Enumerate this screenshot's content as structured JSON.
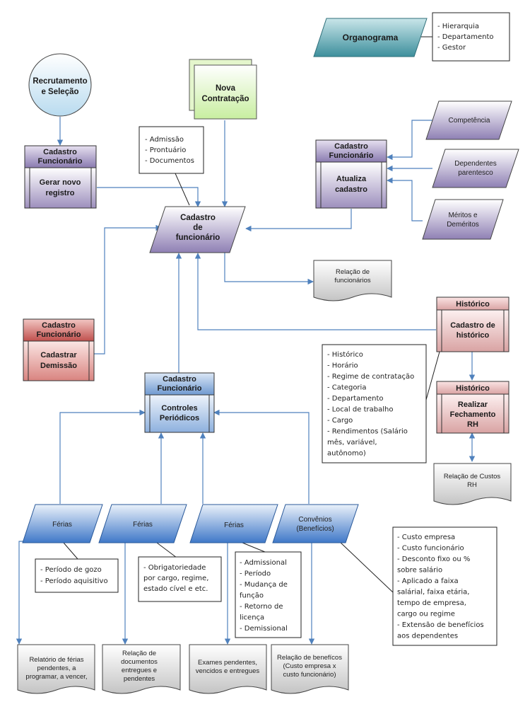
{
  "organograma": {
    "label": "Organograma",
    "notes": [
      "- Hierarquia",
      "- Departamento",
      "- Gestor"
    ]
  },
  "recrutamento": {
    "lines": [
      "Recrutamento",
      "e Seleção"
    ]
  },
  "nova_contratacao": {
    "lines": [
      "Nova",
      "Contratação"
    ]
  },
  "gerar_registro": {
    "header": [
      "Cadastro",
      "Funcionário"
    ],
    "body": [
      "Gerar novo",
      "registro"
    ]
  },
  "admissao_notes": [
    "- Admissão",
    "- Prontuário",
    "- Documentos"
  ],
  "atualiza_cadastro": {
    "header": [
      "Cadastro",
      "Funcionário"
    ],
    "body": [
      "Atualiza",
      "cadastro"
    ]
  },
  "competencia": {
    "lines": [
      "Competência"
    ]
  },
  "dependentes": {
    "lines": [
      "Dependentes",
      "parentesco"
    ]
  },
  "meritos": {
    "lines": [
      "Méritos e",
      "Deméritos"
    ]
  },
  "cadastro_funcionario": {
    "lines": [
      "Cadastro",
      "de",
      "funcionário"
    ]
  },
  "relacao_funcionarios": {
    "lines": [
      "Relação de",
      "funcionários"
    ]
  },
  "cadastrar_demissao": {
    "header": [
      "Cadastro",
      "Funcionário"
    ],
    "body": [
      "Cadastrar",
      "Demissão"
    ]
  },
  "cadastro_historico": {
    "header": [
      "Histórico"
    ],
    "body": [
      "Cadastro de",
      "histórico"
    ]
  },
  "historico_notes": [
    "- Histórico",
    "- Horário",
    "- Regime de contratação",
    "- Categoria",
    "- Departamento",
    "- Local de trabalho",
    "- Cargo",
    "- Rendimentos (Salário",
    "mês, variável,",
    "autônomo)"
  ],
  "realizar_fechamento": {
    "header": [
      "Histórico"
    ],
    "body": [
      "Realizar",
      "Fechamento",
      "RH"
    ]
  },
  "relacao_custos": {
    "lines": [
      "Relação de Custos",
      "RH"
    ]
  },
  "controles_periodicos": {
    "header": [
      "Cadastro",
      "Funcionário"
    ],
    "body": [
      "Controles",
      "Periódicos"
    ]
  },
  "ferias1": {
    "lines": [
      "Férias"
    ]
  },
  "ferias2": {
    "lines": [
      "Férias"
    ]
  },
  "ferias3": {
    "lines": [
      "Férias"
    ]
  },
  "convenios": {
    "lines": [
      "Convênios",
      "(Benefícios)"
    ]
  },
  "ferias1_notes": [
    "- Período de gozo",
    "- Período aquisitivo"
  ],
  "ferias2_notes": [
    "- Obrigatoriedade",
    "por cargo, regime,",
    "estado cível e etc."
  ],
  "ferias3_notes": [
    "- Admissional",
    "- Período",
    "- Mudança de",
    "função",
    "- Retorno de",
    "licença",
    "- Demissional"
  ],
  "convenios_notes": [
    "- Custo empresa",
    "- Custo funcionário",
    "- Desconto fixo ou %",
    "sobre salário",
    "- Aplicado a faixa",
    "salárial, faixa etária,",
    "tempo de empresa,",
    "cargo ou regime",
    "- Extensão de benefícios",
    "aos dependentes"
  ],
  "doc_ferias": {
    "lines": [
      "Relatório de férias",
      "pendentes, a",
      "programar, a vencer,"
    ]
  },
  "doc_documentos": {
    "lines": [
      "Relação de",
      "documentos",
      "entregues e",
      "pendentes"
    ]
  },
  "doc_exames": {
    "lines": [
      "Exames pendentes,",
      "vencidos e entregues"
    ]
  },
  "doc_beneficios": {
    "lines": [
      "Relação de benefícos",
      "(Custo empresa x",
      "custo funcionário)"
    ]
  },
  "colors": {
    "connector": "#4f81bd",
    "purple": "#b9aed0",
    "red": "#d98480",
    "blue": "#a3bfe2",
    "green": "#d9f2b4",
    "teal": "#4f9aa6",
    "doc": "#dadada"
  }
}
